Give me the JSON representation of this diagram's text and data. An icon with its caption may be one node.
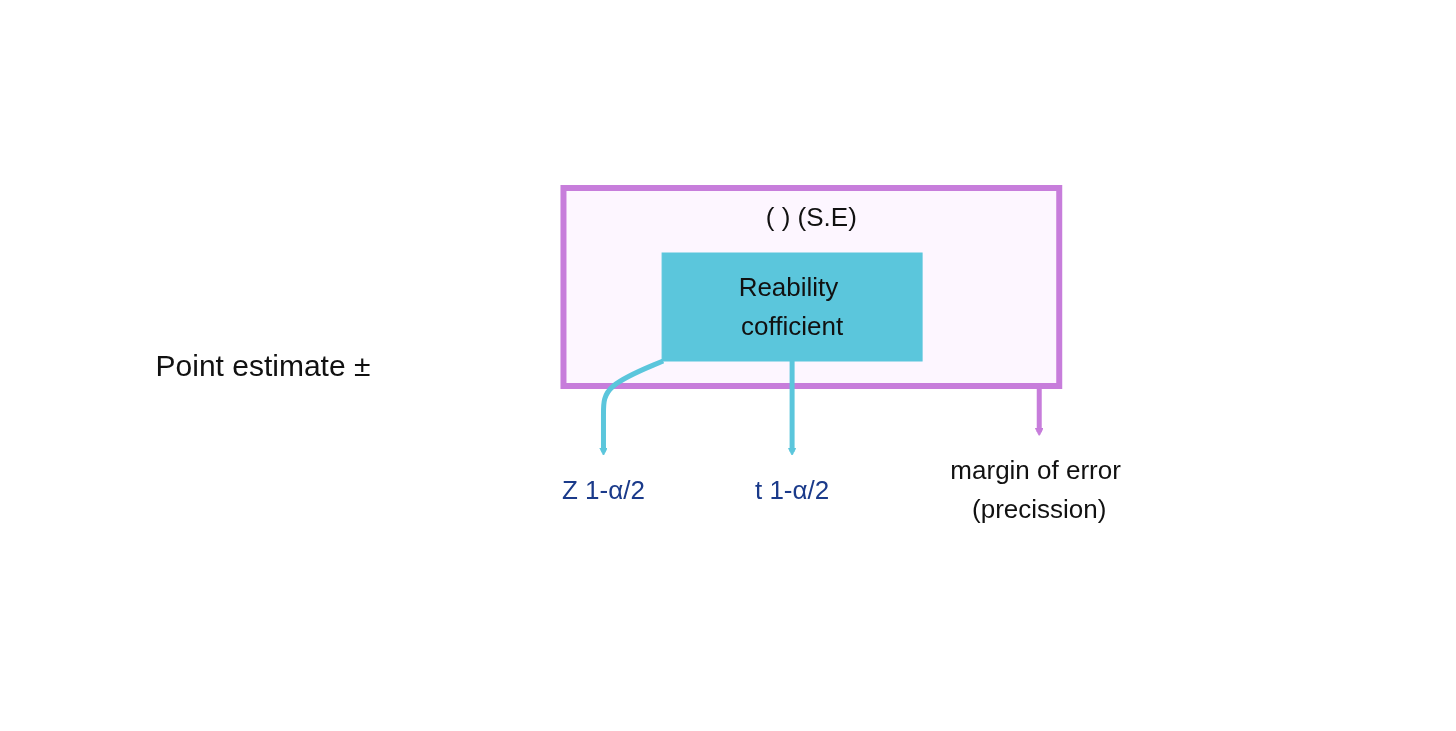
{
  "diagram": {
    "nodes": [
      {
        "text": [
          "(",
          ")",
          "(S.E)"
        ]
      },
      {
        "text": [
          "Reability cofficient"
        ],
        "in": 0
      },
      {
        "text": [
          "Z 1-α/2"
        ]
      },
      {
        "text": [
          "t 1-α/2"
        ]
      },
      {
        "text": [
          "margin of error (precission)"
        ]
      }
    ],
    "edges": [
      {
        "from": 1,
        "to": 2,
        "arrow": "to"
      },
      {
        "from": 1,
        "to": 3,
        "arrow": "to"
      },
      {
        "from": 0,
        "to": 4,
        "arrow": "to",
        "color": "#c77ddb"
      }
    ],
    "labels": [
      "Point estimate ±"
    ]
  }
}
